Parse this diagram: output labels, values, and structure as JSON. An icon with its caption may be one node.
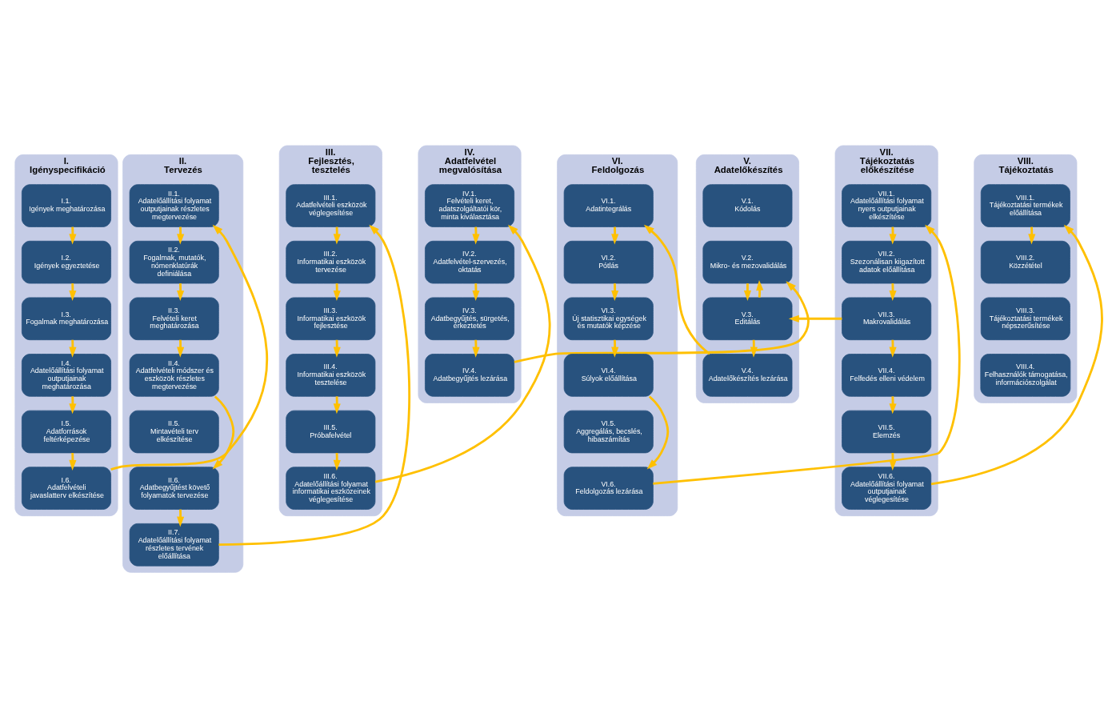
{
  "diagram": {
    "nodes": [
      {
        "text": [
          "I.",
          "Igényspecifikáció"
        ]
      },
      {
        "text": [
          "I.1.",
          "Igények meghatározása"
        ],
        "in": 0
      },
      {
        "text": [
          "I.2.",
          "Igények egyeztetése"
        ],
        "in": 0
      },
      {
        "text": [
          "I.3.",
          "Fogalmak meghatározása"
        ],
        "in": 0
      },
      {
        "text": [
          "I.4.",
          "Adatelőállítási folyamat outputjainak meghatározása"
        ],
        "in": 0
      },
      {
        "text": [
          "I.5.",
          "Adatforrások feltérképezése"
        ],
        "in": 0
      },
      {
        "text": [
          "I.6.",
          "Adatfelvételi javaslatterv elkészítése"
        ],
        "in": 0
      },
      {
        "text": [
          "II.",
          "Tervezés"
        ]
      },
      {
        "text": [
          "II.1.",
          "Adatelőállítási folyamat outputjainak részletes megtervezése"
        ],
        "in": 7
      },
      {
        "text": [
          "II.2.",
          "Fogalmak, mutatók, nómenklatúrák definiálása"
        ],
        "in": 7
      },
      {
        "text": [
          "II.3.",
          "Felvételi keret meghatározása"
        ],
        "in": 7
      },
      {
        "text": [
          "II.4.",
          "Adatfelvételi módszer és eszközök részletes megtervezése"
        ],
        "in": 7
      },
      {
        "text": [
          "II.5.",
          "Mintavételi terv elkészítése"
        ],
        "in": 7
      },
      {
        "text": [
          "II.6.",
          "Adatbegyűjtést követő folyamatok tervezése"
        ],
        "in": 7
      },
      {
        "text": [
          "II.7.",
          "Adatelőállítási folyamat részletes tervének előállítása"
        ],
        "in": 7
      },
      {
        "text": [
          "III.",
          "Fejlesztés, tesztelés"
        ]
      },
      {
        "text": [
          "III.1.",
          "Adatfelvételi eszközök véglegesítése"
        ],
        "in": 15
      },
      {
        "text": [
          "III.2.",
          "Informatikai eszközök tervezése"
        ],
        "in": 15
      },
      {
        "text": [
          "III.3.",
          "Informatikai eszközök fejlesztése"
        ],
        "in": 15
      },
      {
        "text": [
          "III.4.",
          "Informatikai eszközök tesztelése"
        ],
        "in": 15
      },
      {
        "text": [
          "III.5.",
          "Próbafelvétel"
        ],
        "in": 15
      },
      {
        "text": [
          "III.6.",
          "Adatelőállítási folyamat informatikai eszközeinek véglegesítése"
        ],
        "in": 15
      },
      {
        "text": [
          "IV.",
          "Adatfelvétel megvalósítása"
        ]
      },
      {
        "text": [
          "IV.1.",
          "Felvételi keret, adatszolgáltatói kör, minta kiválasztása"
        ],
        "in": 22
      },
      {
        "text": [
          "IV.2.",
          "Adatfelvétel-szervezés, oktatás"
        ],
        "in": 22
      },
      {
        "text": [
          "IV.3.",
          "Adatbegyűjtés, sürgetés, érkeztetés"
        ],
        "in": 22
      },
      {
        "text": [
          "IV.4.",
          "Adatbegyűjtés lezárása"
        ],
        "in": 22
      },
      {
        "text": [
          "V.",
          "Adatelőkészítés"
        ]
      },
      {
        "text": [
          "V.1.",
          "Kódolás"
        ],
        "in": 27
      },
      {
        "text": [
          "V.2.",
          "Mikro- és mezovalidálás"
        ],
        "in": 27
      },
      {
        "text": [
          "V.3.",
          "Editálás"
        ],
        "in": 27
      },
      {
        "text": [
          "V.4.",
          "Adatelőkészítés lezárása"
        ],
        "in": 27
      },
      {
        "text": [
          "VI.",
          "Feldolgozás"
        ]
      },
      {
        "text": [
          "VI.1.",
          "Adatintegrálás"
        ],
        "in": 32
      },
      {
        "text": [
          "VI.2.",
          "Pótlás"
        ],
        "in": 32
      },
      {
        "text": [
          "VI.3.",
          "Új statisztikai egységek és mutatók képzése"
        ],
        "in": 32
      },
      {
        "text": [
          "VI.4.",
          "Súlyok előállítása"
        ],
        "in": 32
      },
      {
        "text": [
          "VI.5.",
          "Aggregálás, becslés, hibaszámítás"
        ],
        "in": 32
      },
      {
        "text": [
          "VI.6.",
          "Feldolgozás lezárása"
        ],
        "in": 32
      },
      {
        "text": [
          "VII.",
          "Tájékoztatás előkészítése"
        ]
      },
      {
        "text": [
          "VII.1.",
          "Adatelőállítási folyamat nyers outputjainak elkészítése"
        ],
        "in": 39
      },
      {
        "text": [
          "VII.2.",
          "Szezonálisan kiigazított adatok előállítása"
        ],
        "in": 39
      },
      {
        "text": [
          "VII.3.",
          "Makrovalidálás"
        ],
        "in": 39
      },
      {
        "text": [
          "VII.4.",
          "Felfedés elleni védelem"
        ],
        "in": 39
      },
      {
        "text": [
          "VII.5.",
          "Elemzés"
        ],
        "in": 39
      },
      {
        "text": [
          "VII.6.",
          "Adatelőállítási folyamat outputjainak véglegesítése"
        ],
        "in": 39
      },
      {
        "text": [
          "VIII.",
          "Tájékoztatás"
        ]
      },
      {
        "text": [
          "VIII.1.",
          "Tájékoztatási termékek előállítása"
        ],
        "in": 46
      },
      {
        "text": [
          "VIII.2.",
          "Közzététel"
        ],
        "in": 46
      },
      {
        "text": [
          "VIII.3.",
          "Tájékoztatási termékek népszerűsítése"
        ],
        "in": 46
      },
      {
        "text": [
          "VIII.4.",
          "Felhasználók támogatása, információszolgálat"
        ],
        "in": 46
      }
    ],
    "edges": [
      {
        "from": 1,
        "to": 2,
        "arrow": "to"
      },
      {
        "from": 2,
        "to": 3,
        "arrow": "to"
      },
      {
        "from": 3,
        "to": 4,
        "arrow": "to"
      },
      {
        "from": 4,
        "to": 5,
        "arrow": "to"
      },
      {
        "from": 5,
        "to": 6,
        "arrow": "to"
      },
      {
        "from": 6,
        "to": 8,
        "arrow": "to"
      },
      {
        "from": 8,
        "to": 9,
        "arrow": "to"
      },
      {
        "from": 9,
        "to": 10,
        "arrow": "to"
      },
      {
        "from": 10,
        "to": 11,
        "arrow": "to"
      },
      {
        "from": 11,
        "to": 13,
        "arrow": "to"
      },
      {
        "from": 13,
        "to": 14,
        "arrow": "to"
      },
      {
        "from": 14,
        "to": 16,
        "arrow": "to"
      },
      {
        "from": 16,
        "to": 17,
        "arrow": "to"
      },
      {
        "from": 17,
        "to": 18,
        "arrow": "to"
      },
      {
        "from": 18,
        "to": 19,
        "arrow": "to"
      },
      {
        "from": 19,
        "to": 20,
        "arrow": "to"
      },
      {
        "from": 20,
        "to": 21,
        "arrow": "to"
      },
      {
        "from": 21,
        "to": 23,
        "arrow": "to"
      },
      {
        "from": 23,
        "to": 24,
        "arrow": "to"
      },
      {
        "from": 24,
        "to": 25,
        "arrow": "to"
      },
      {
        "from": 25,
        "to": 26,
        "arrow": "to"
      },
      {
        "from": 26,
        "to": 29,
        "arrow": "to"
      },
      {
        "from": 29,
        "to": 30,
        "arrow": "to"
      },
      {
        "from": 30,
        "to": 29,
        "arrow": "to"
      },
      {
        "from": 30,
        "to": 31,
        "arrow": "to"
      },
      {
        "from": 31,
        "to": 33,
        "arrow": "to"
      },
      {
        "from": 33,
        "to": 34,
        "arrow": "to"
      },
      {
        "from": 34,
        "to": 35,
        "arrow": "to"
      },
      {
        "from": 35,
        "to": 36,
        "arrow": "to"
      },
      {
        "from": 36,
        "to": 38,
        "arrow": "to"
      },
      {
        "from": 38,
        "to": 40,
        "arrow": "to"
      },
      {
        "from": 40,
        "to": 41,
        "arrow": "to"
      },
      {
        "from": 41,
        "to": 42,
        "arrow": "to"
      },
      {
        "from": 42,
        "to": 30,
        "arrow": "to"
      },
      {
        "from": 42,
        "to": 43,
        "arrow": "to"
      },
      {
        "from": 43,
        "to": 44,
        "arrow": "to"
      },
      {
        "from": 44,
        "to": 45,
        "arrow": "to"
      },
      {
        "from": 45,
        "to": 47,
        "arrow": "to"
      },
      {
        "from": 47,
        "to": 48,
        "arrow": "to"
      }
    ]
  }
}
